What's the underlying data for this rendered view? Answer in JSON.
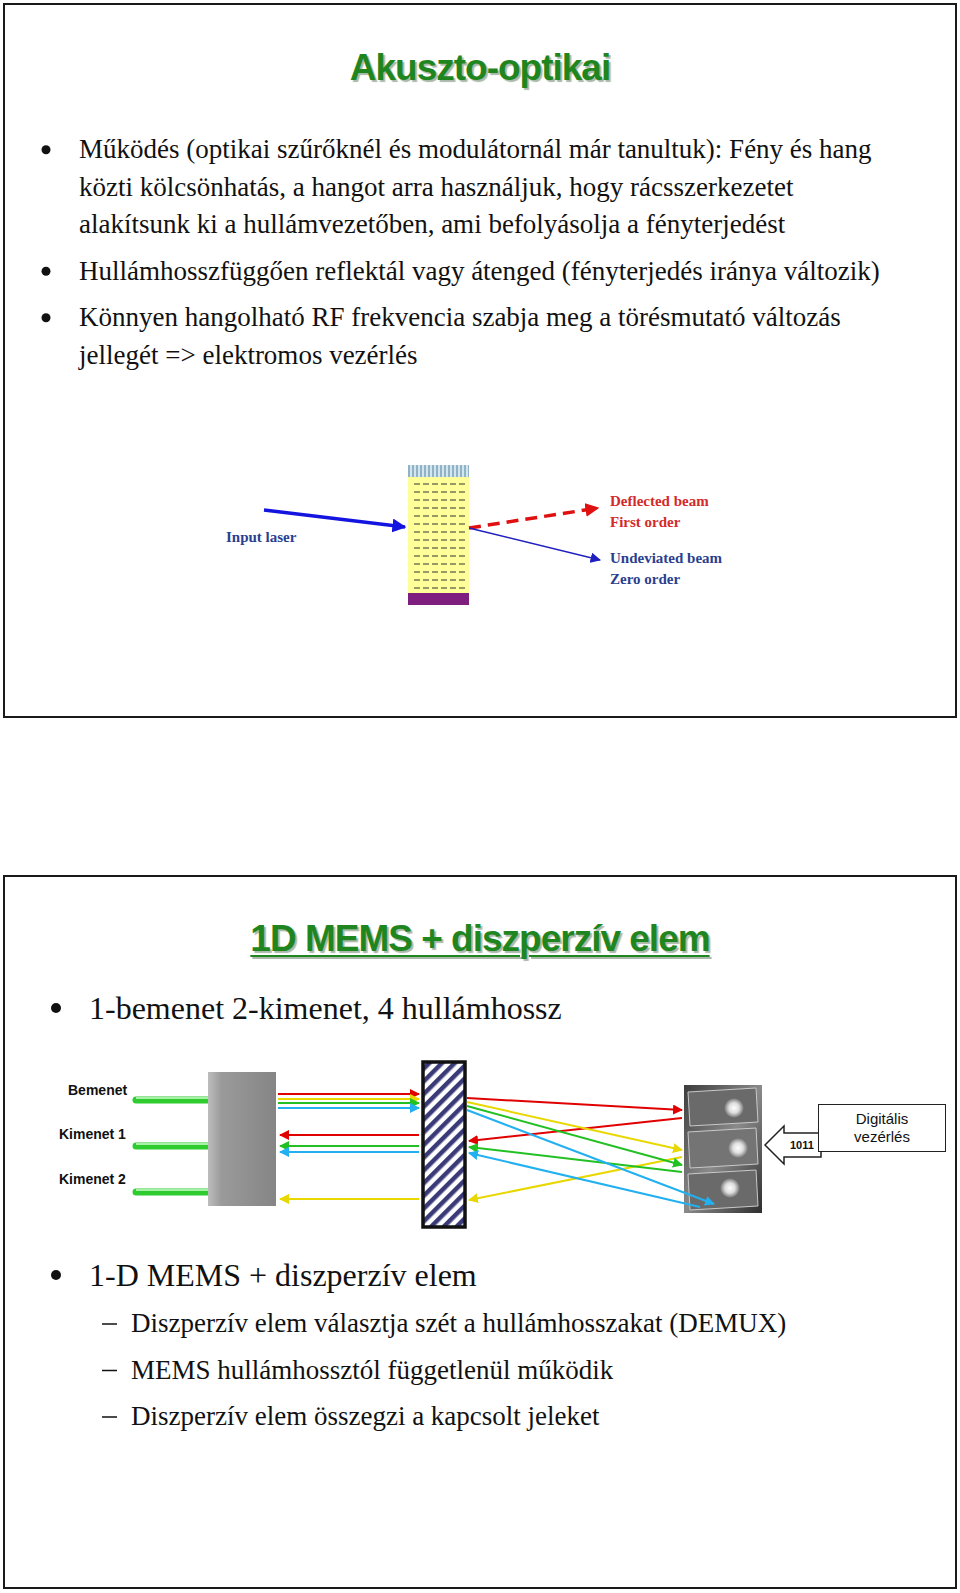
{
  "diagram": {
    "nodes": [
      {
        "text": [
          "Akuszto-optikai",
          "Működés (optikai szűrőknél és modulátornál már tanultuk): Fény és hang közti kölcsönhatás, a hangot arra használjuk, hogy rácsszerkezetet alakítsunk ki a hullámvezetőben, ami befolyásolja a fényterjedést",
          "Hullámhosszfüggően reflektál vagy átenged (fényterjedés iránya változik)",
          "Könnyen hangolható RF frekvencia szabja meg a törésmutató változás jellegét => elektromos vezérlés"
        ]
      },
      {
        "text": [
          "1D MEMS + diszperzív elem",
          "1-bemenet 2-kimenet, 4 hullámhossz",
          "1-D MEMS + diszperzív elem",
          "Diszperzív elem választja szét a hullámhosszakat (DEMUX)",
          "MEMS hullámhossztól függetlenül működik",
          "Diszperzív elem összegzi a kapcsolt jeleket"
        ]
      },
      {
        "text": [
          "1011"
        ],
        "in": 1
      },
      {
        "text": [
          "Digitális vezérlés"
        ],
        "in": 1
      }
    ],
    "labels": [
      "Input laser",
      "Deflected beam",
      "First order",
      "Undeviated beam",
      "Zero order",
      "Bemenet",
      "Kimenet 1",
      "Kimenet 2"
    ]
  }
}
